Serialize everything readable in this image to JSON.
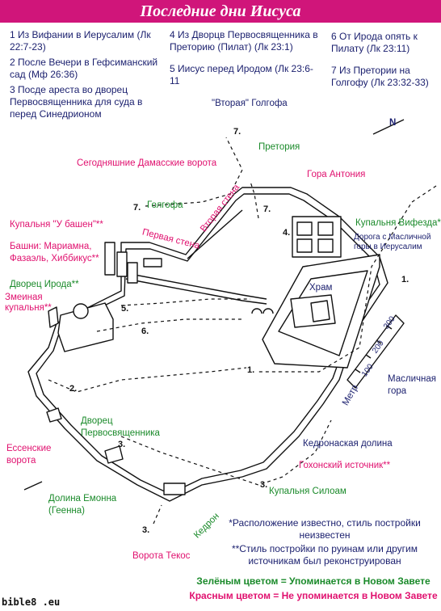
{
  "title": "Последние дни Иисуса",
  "legend": {
    "col1": [
      "1 Из Вифании в Иерусалим (Лк 22:7-23)",
      "2 После Вечери в Гефсиманский сад (Мф 26:36)",
      "3 Посде ареста во дворец Первосвященника для суда в перед Синедрионом"
    ],
    "col2": [
      "4 Из Дворцв Первосвященника в Преторию (Пилат) (Лк 23:1)",
      "5 Иисус перед Иродом (Лк 23:6-11"
    ],
    "col3": [
      "6 От Ирода опять к Пилату (Лк 23:11)",
      "7 Из Претории на Голгофу (Лк 23:32-33)"
    ]
  },
  "labels": {
    "second_golgotha": "\"Вторая\" Голгофа",
    "praetorium": "Претория",
    "damascus_gate": "Сегодняшние Дамасские ворота",
    "antonia": "Гора Антония",
    "golgotha": "Голгофа",
    "second_wall": "Вторая стена",
    "first_wall": "Первая стена",
    "tower_pool": "Купальня \"У башен\"**",
    "towers": "Башни: Мариамна, Фазаэль, Хиббикус**",
    "bethesda": "Купальня Вифезда**",
    "mount_olives_road": "Дорога с Масличной горы в Иерусалим",
    "herod_palace": "Дворец Ирода**",
    "serpent_pool": "Змеиная купальня**",
    "temple": "Храм",
    "meter": "Метр",
    "mount_olives": "Масличная гора",
    "high_priest_palace": "Дворец Первосвященника",
    "essene_gate": "Ессенские ворота",
    "kidron_valley": "Кедронаская долина",
    "gihon": "Гохонский источник**",
    "siloam": "Купальня Силоам",
    "hinnom": "Долина Емонна (Геенна)",
    "kidron": "Кедрон",
    "tekoa_gate": "Ворота Текос"
  },
  "scale_ticks": [
    "100",
    "200",
    "300"
  ],
  "north": "N",
  "route_numbers": [
    "7.",
    "7.",
    "7.",
    "4.",
    "5.",
    "6.",
    "2.",
    "1.",
    "1.",
    "3.",
    "3.",
    "3."
  ],
  "notes": [
    "*Расположение известно, стиль постройки неизвестен",
    "**Стиль постройки по руинам или другим источникам был реконструирован"
  ],
  "footer": {
    "green": "Зелёным цветом = Упоминается в Новом Завете",
    "red": "Красным цветом = Не упоминается в Новом Завете"
  },
  "brand": "bible8 .eu",
  "colors": {
    "banner": "#d0157a",
    "green": "#1a8a2a",
    "red": "#e0116f",
    "navy": "#1a1f6e"
  }
}
